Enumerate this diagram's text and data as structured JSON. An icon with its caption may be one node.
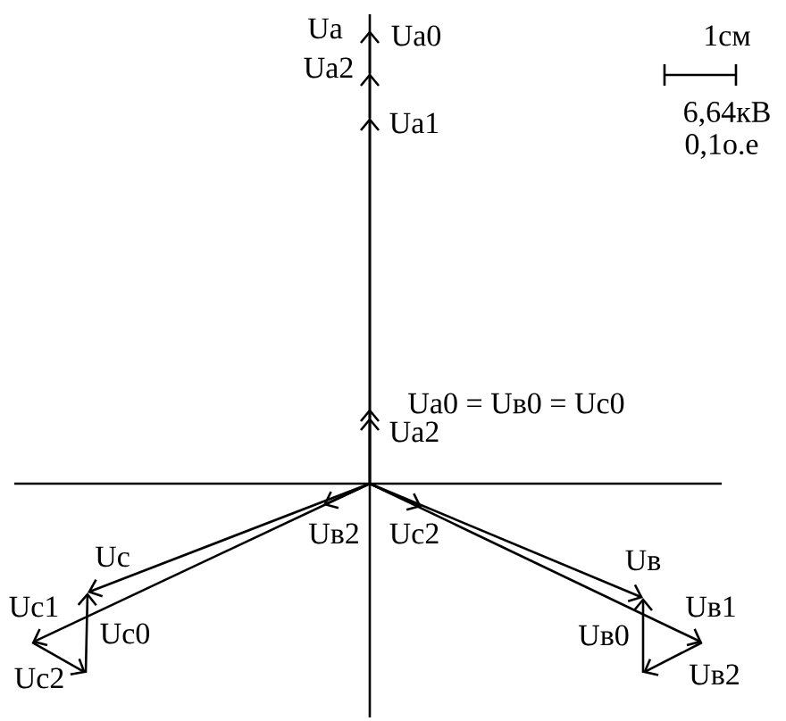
{
  "diagram": {
    "labels": [
      "Ua",
      "Ua0",
      "Ua2",
      "Ua1",
      "1см",
      "6,64кВ",
      "0,1о.е",
      "Ua0 = Uв0 = Uc0",
      "Ua2",
      "Uв2",
      "Uc2",
      "Uc",
      "Uв",
      "Uc1",
      "Uв1",
      "Uc0",
      "Uв0",
      "Uc2",
      "Uв2"
    ]
  }
}
